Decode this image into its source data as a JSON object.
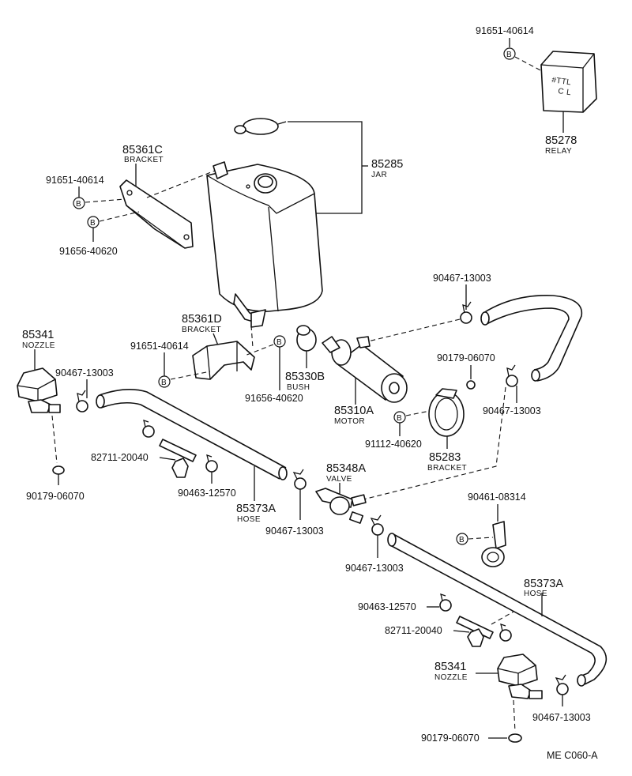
{
  "diagram": {
    "code": "ME  C060-A",
    "bolt_symbol": "B",
    "labels": {
      "relay_bolt": "91651-40614",
      "relay_no": "85278",
      "relay_name": "RELAY",
      "jar_no": "85285",
      "jar_name": "JAR",
      "bracket_c_no": "85361C",
      "bracket_c_name": "BRACKET",
      "bracket_c_bolt1": "91651-40614",
      "bracket_c_bolt2": "91656-40620",
      "bracket_d_no": "85361D",
      "bracket_d_name": "BRACKET",
      "bracket_d_bolt1": "91651-40614",
      "bracket_d_bolt2": "91656-40620",
      "bush_no": "85330B",
      "bush_name": "BUSH",
      "motor_no": "85310A",
      "motor_name": "MOTOR",
      "clamp_top": "90467-13003",
      "clip_right": "90179-06070",
      "clamp_right": "90467-13003",
      "bracket_283_bolt": "91112-40620",
      "bracket_283_no": "85283",
      "bracket_283_name": "BRACKET",
      "nozzle_l_no": "85341",
      "nozzle_l_name": "NOZZLE",
      "clamp_nozzle_l": "90467-13003",
      "clip_nozzle_l": "90179-06070",
      "band_l": "82711-20040",
      "clamp_band_l": "90463-12570",
      "hose_l_no": "85373A",
      "hose_l_name": "HOSE",
      "clamp_valve_l": "90467-13003",
      "valve_no": "85348A",
      "valve_name": "VALVE",
      "clamp_valve_r": "90467-13003",
      "bracket_461": "90461-08314",
      "hose_r_no": "85373A",
      "hose_r_name": "HOSE",
      "clamp_band_r": "90463-12570",
      "band_r": "82711-20040",
      "nozzle_r_no": "85341",
      "nozzle_r_name": "NOZZLE",
      "clamp_nozzle_r": "90467-13003",
      "clip_nozzle_r": "90179-06070"
    }
  }
}
